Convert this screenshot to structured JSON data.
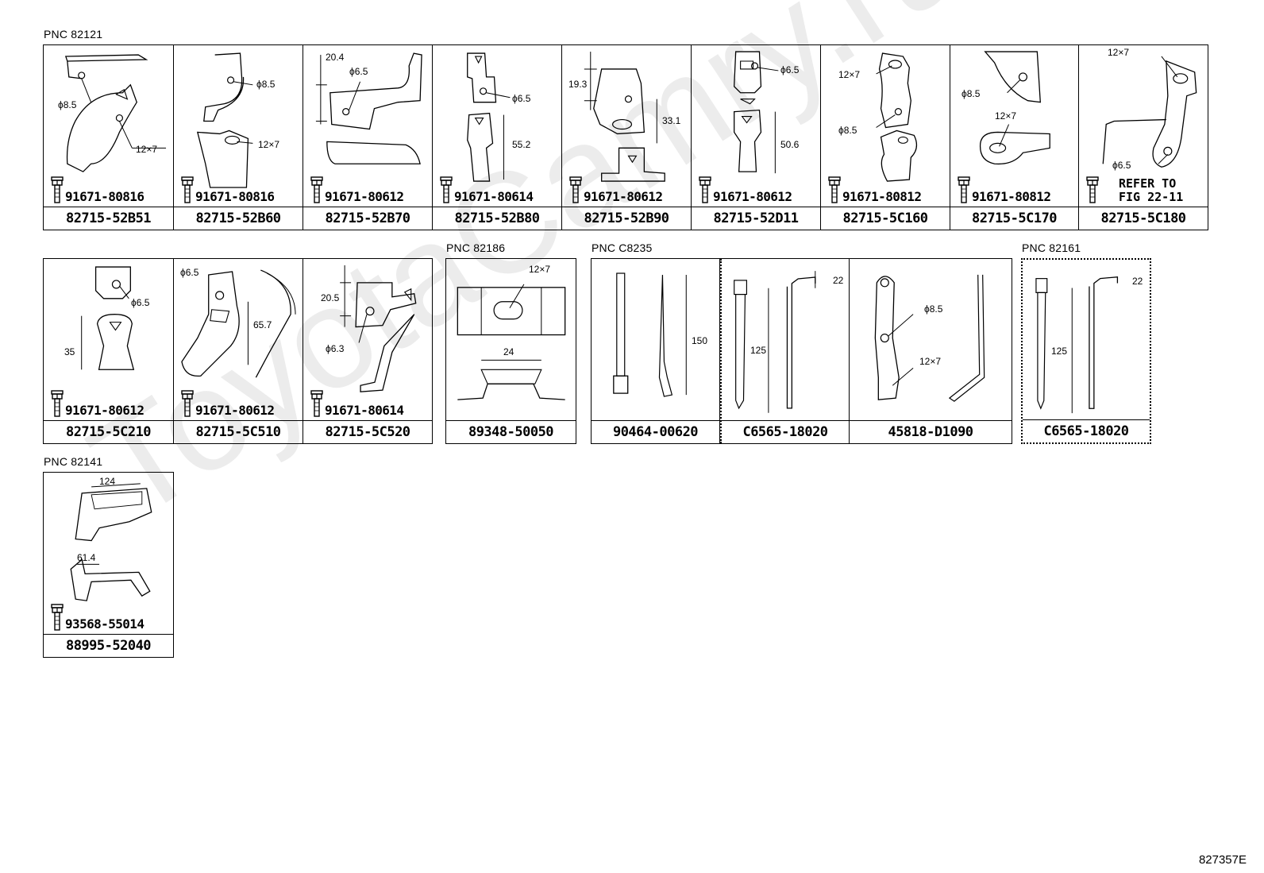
{
  "watermark": "ToyotaCamry.ru",
  "drawing_code": "827357E",
  "groups": [
    {
      "pnc": "PNC 82121",
      "items": [
        {
          "part": "82715-52B51",
          "bolt": "91671-80816",
          "dims": [
            "ϕ8.5",
            "12×7"
          ]
        },
        {
          "part": "82715-52B60",
          "bolt": "91671-80816",
          "dims": [
            "ϕ8.5",
            "12×7"
          ]
        },
        {
          "part": "82715-52B70",
          "bolt": "91671-80612",
          "dims": [
            "20.4",
            "ϕ6.5"
          ]
        },
        {
          "part": "82715-52B80",
          "bolt": "91671-80614",
          "dims": [
            "ϕ6.5",
            "55.2"
          ]
        },
        {
          "part": "82715-52B90",
          "bolt": "91671-80612",
          "dims": [
            "19.3",
            "33.1"
          ]
        },
        {
          "part": "82715-52D11",
          "bolt": "91671-80612",
          "dims": [
            "ϕ6.5",
            "50.6"
          ]
        },
        {
          "part": "82715-5C160",
          "bolt": "91671-80812",
          "dims": [
            "12×7",
            "ϕ8.5"
          ]
        },
        {
          "part": "82715-5C170",
          "bolt": "91671-80812",
          "dims": [
            "ϕ8.5",
            "12×7"
          ]
        },
        {
          "part": "82715-5C180",
          "refer": [
            "REFER TO",
            "FIG 22-11"
          ],
          "dims": [
            "12×7",
            "ϕ6.5"
          ]
        }
      ]
    },
    {
      "pnc": "",
      "items": [
        {
          "part": "82715-5C210",
          "bolt": "91671-80612",
          "dims": [
            "ϕ6.5",
            "35"
          ]
        },
        {
          "part": "82715-5C510",
          "bolt": "91671-80612",
          "dims": [
            "ϕ6.5",
            "65.7"
          ]
        },
        {
          "part": "82715-5C520",
          "bolt": "91671-80614",
          "dims": [
            "20.5",
            "ϕ6.3"
          ]
        }
      ]
    },
    {
      "pnc": "PNC 82186",
      "items": [
        {
          "part": "89348-50050",
          "dims": [
            "12×7",
            "24"
          ]
        }
      ]
    },
    {
      "pnc": "PNC C8235",
      "items": [
        {
          "part": "90464-00620",
          "dims": [
            "150"
          ]
        },
        {
          "part": "C6565-18020",
          "dims": [
            "22",
            "125"
          ]
        },
        {
          "part": "45818-D1090",
          "dims": [
            "ϕ8.5",
            "12×7"
          ]
        }
      ]
    },
    {
      "pnc": "PNC 82161",
      "items": [
        {
          "part": "C6565-18020",
          "dims": [
            "22",
            "125"
          ]
        }
      ]
    },
    {
      "pnc": "PNC 82141",
      "items": [
        {
          "part": "88995-52040",
          "bolt": "93568-55014",
          "dims": [
            "124",
            "61.4"
          ]
        }
      ]
    }
  ]
}
